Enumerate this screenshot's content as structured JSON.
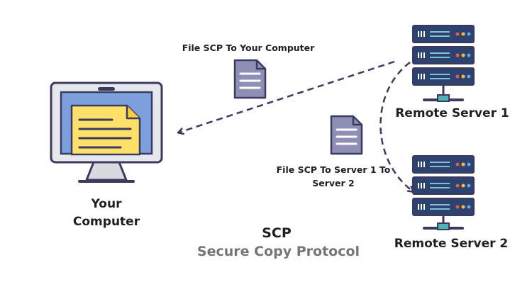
{
  "labels": {
    "scp_to_computer": "File SCP To Your Computer",
    "scp_to_server": "File SCP To Server 1 To Server 2",
    "your_computer": "Your Computer",
    "remote_server_1": "Remote Server 1",
    "remote_server_2": "Remote Server 2",
    "title": "SCP",
    "subtitle": "Secure Copy Protocol"
  },
  "colors": {
    "outline": "#3d3a60",
    "monitor_screen": "#7ba0dc",
    "folder": "#fde06a",
    "server_body": "#2e4270",
    "server_line": "#7fbfd8",
    "led_red": "#e8584f",
    "led_yellow": "#f3c13a",
    "led_blue": "#5aa9e6",
    "server_base": "#4bb3b8",
    "arrow": "#3d3a60",
    "subtitle": "#757575"
  },
  "icons": [
    "monitor-icon",
    "folder-icon",
    "server-icon",
    "document-icon",
    "arrow-icon"
  ]
}
